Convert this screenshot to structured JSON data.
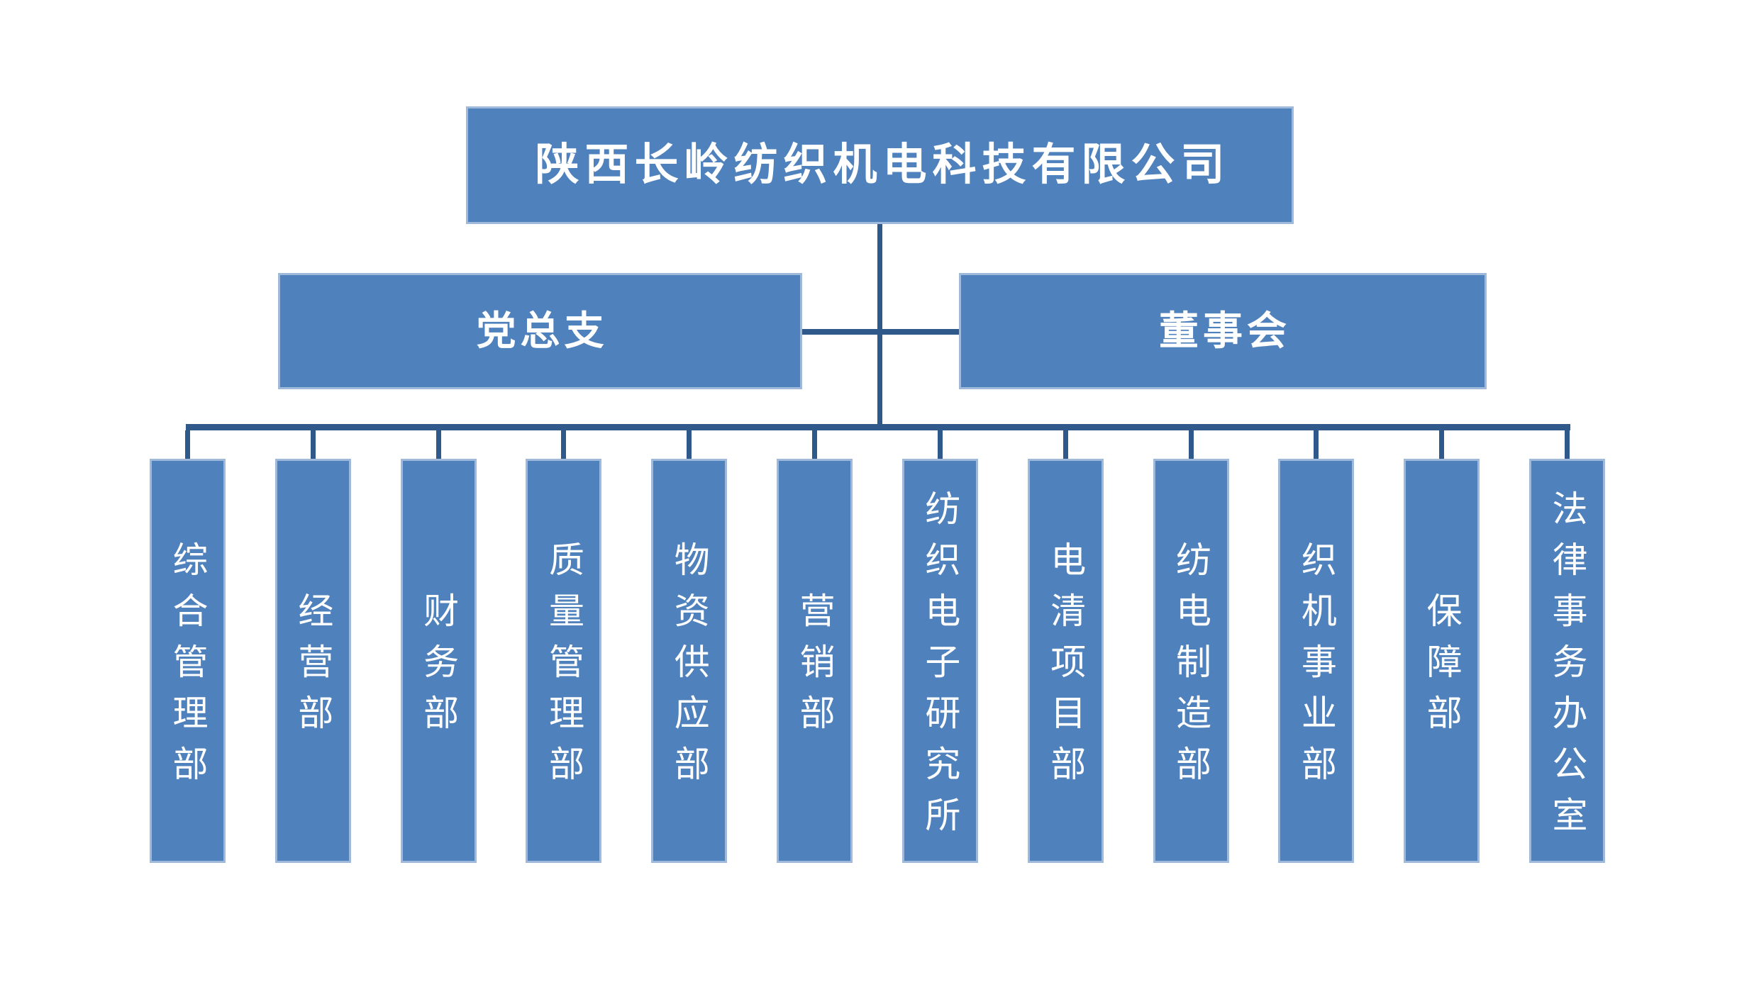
{
  "colors": {
    "box_fill": "#4F81BD",
    "box_border": "#9FB9DB",
    "connector": "#30598B",
    "text": "#FFFFFF",
    "background": "#FFFFFF"
  },
  "root": {
    "label": "陕西长岭纺织机电科技有限公司"
  },
  "level2": [
    {
      "label": "党总支"
    },
    {
      "label": "董事会"
    }
  ],
  "departments": [
    {
      "label": "综合管理部"
    },
    {
      "label": "经营部"
    },
    {
      "label": "财务部"
    },
    {
      "label": "质量管理部"
    },
    {
      "label": "物资供应部"
    },
    {
      "label": "营销部"
    },
    {
      "label": "纺织电子研究所"
    },
    {
      "label": "电清项目部"
    },
    {
      "label": "纺电制造部"
    },
    {
      "label": "织机事业部"
    },
    {
      "label": "保障部"
    },
    {
      "label": "法律事务办公室"
    }
  ]
}
